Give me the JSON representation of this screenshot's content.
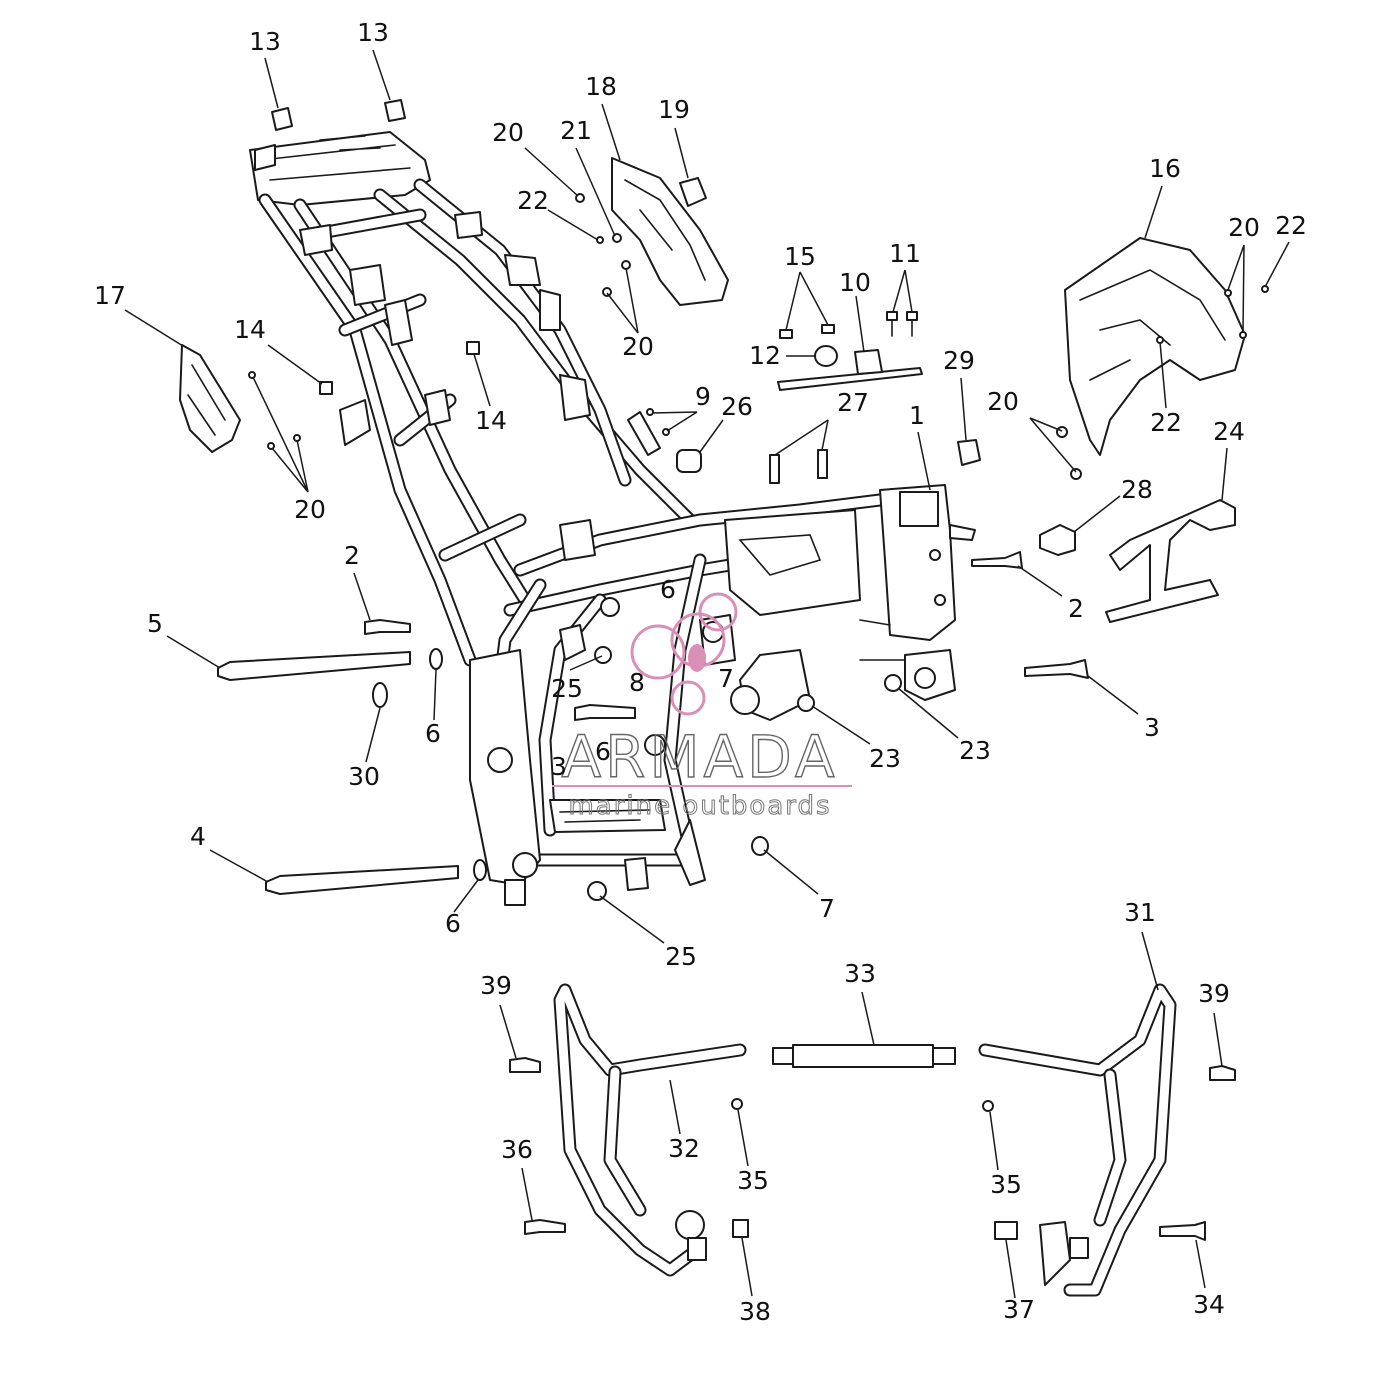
{
  "diagram": {
    "callouts": [
      {
        "id": "c13a",
        "label": "13"
      },
      {
        "id": "c13b",
        "label": "13"
      },
      {
        "id": "c18",
        "label": "18"
      },
      {
        "id": "c19",
        "label": "19"
      },
      {
        "id": "c20a",
        "label": "20"
      },
      {
        "id": "c21",
        "label": "21"
      },
      {
        "id": "c22a",
        "label": "22"
      },
      {
        "id": "c20b",
        "label": "20"
      },
      {
        "id": "c15",
        "label": "15"
      },
      {
        "id": "c11",
        "label": "11"
      },
      {
        "id": "c10",
        "label": "10"
      },
      {
        "id": "c12",
        "label": "12"
      },
      {
        "id": "c16",
        "label": "16"
      },
      {
        "id": "c20c",
        "label": "20"
      },
      {
        "id": "c22b",
        "label": "22"
      },
      {
        "id": "c22c",
        "label": "22"
      },
      {
        "id": "c17",
        "label": "17"
      },
      {
        "id": "c14a",
        "label": "14"
      },
      {
        "id": "c14b",
        "label": "14"
      },
      {
        "id": "c20d",
        "label": "20"
      },
      {
        "id": "c9",
        "label": "9"
      },
      {
        "id": "c26",
        "label": "26"
      },
      {
        "id": "c27",
        "label": "27"
      },
      {
        "id": "c1",
        "label": "1"
      },
      {
        "id": "c29",
        "label": "29"
      },
      {
        "id": "c20e",
        "label": "20"
      },
      {
        "id": "c24",
        "label": "24"
      },
      {
        "id": "c28",
        "label": "28"
      },
      {
        "id": "c2a",
        "label": "2"
      },
      {
        "id": "c2b",
        "label": "2"
      },
      {
        "id": "c5",
        "label": "5"
      },
      {
        "id": "c6a",
        "label": "6"
      },
      {
        "id": "c30",
        "label": "30"
      },
      {
        "id": "c25a",
        "label": "25"
      },
      {
        "id": "c8",
        "label": "8"
      },
      {
        "id": "c6b",
        "label": "6"
      },
      {
        "id": "c7a",
        "label": "7"
      },
      {
        "id": "c6c",
        "label": "6"
      },
      {
        "id": "c3a",
        "label": "3"
      },
      {
        "id": "c23a",
        "label": "23"
      },
      {
        "id": "c23b",
        "label": "23"
      },
      {
        "id": "c3b",
        "label": "3"
      },
      {
        "id": "c4",
        "label": "4"
      },
      {
        "id": "c6d",
        "label": "6"
      },
      {
        "id": "c25b",
        "label": "25"
      },
      {
        "id": "c7b",
        "label": "7"
      },
      {
        "id": "c31",
        "label": "31"
      },
      {
        "id": "c33",
        "label": "33"
      },
      {
        "id": "c39a",
        "label": "39"
      },
      {
        "id": "c39b",
        "label": "39"
      },
      {
        "id": "c32",
        "label": "32"
      },
      {
        "id": "c35a",
        "label": "35"
      },
      {
        "id": "c35b",
        "label": "35"
      },
      {
        "id": "c36",
        "label": "36"
      },
      {
        "id": "c38",
        "label": "38"
      },
      {
        "id": "c37",
        "label": "37"
      },
      {
        "id": "c34",
        "label": "34"
      }
    ]
  },
  "watermark": {
    "brand": "ARMADA",
    "tagline": "marine outboards",
    "accent_color": "#d98fb6"
  }
}
